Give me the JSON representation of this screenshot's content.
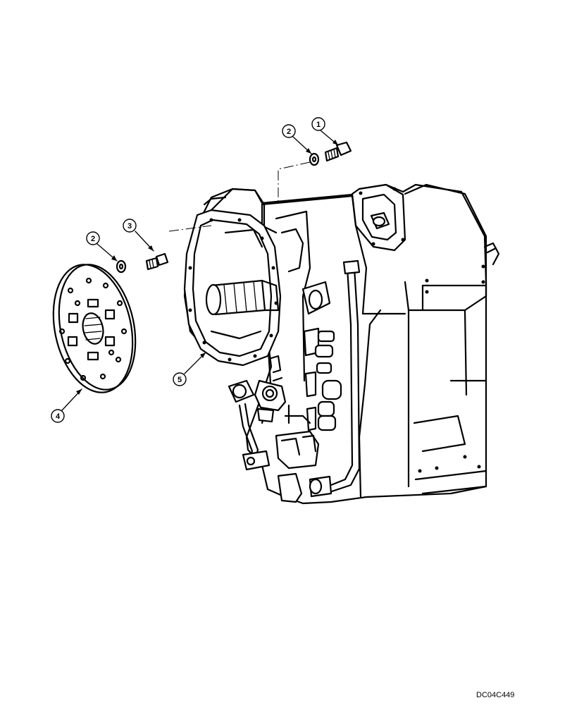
{
  "drawing": {
    "code": "DC04C449"
  },
  "callouts": [
    {
      "id": "c1",
      "number": "1"
    },
    {
      "id": "c2a",
      "number": "2"
    },
    {
      "id": "c2b",
      "number": "2"
    },
    {
      "id": "c3",
      "number": "3"
    },
    {
      "id": "c4",
      "number": "4"
    },
    {
      "id": "c5",
      "number": "5"
    }
  ]
}
